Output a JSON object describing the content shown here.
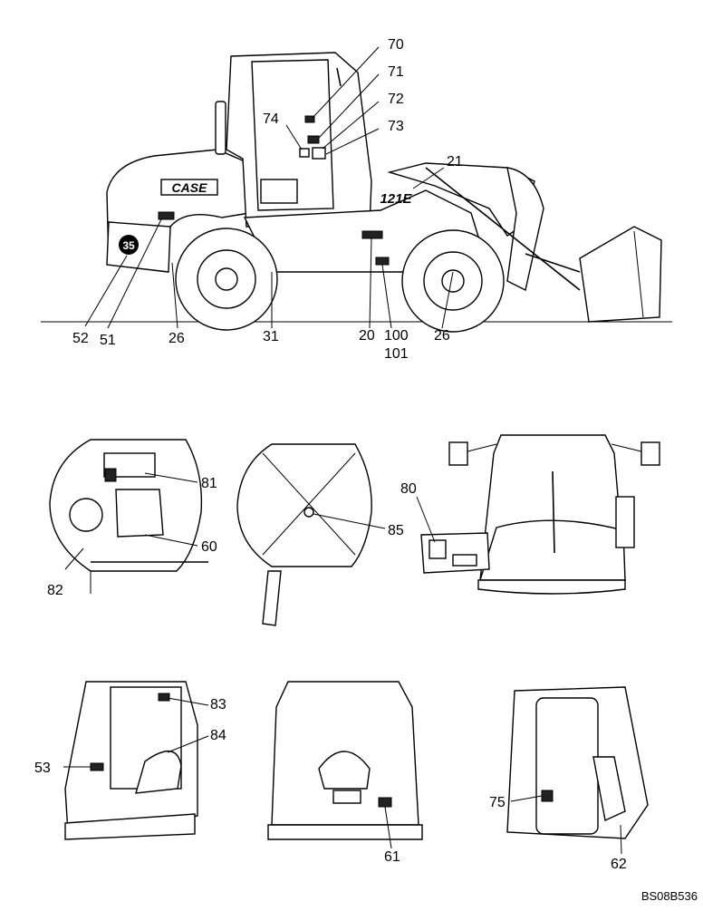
{
  "drawing_code": "BS08B536",
  "brand_mark": "CASE",
  "model_mark": "121E",
  "decal_number": "35",
  "callouts": {
    "c20": "20",
    "c21": "21",
    "c26a": "26",
    "c26b": "26",
    "c31": "31",
    "c51": "51",
    "c52": "52",
    "c53": "53",
    "c60": "60",
    "c61": "61",
    "c62": "62",
    "c70": "70",
    "c71": "71",
    "c72": "72",
    "c73": "73",
    "c74": "74",
    "c75": "75",
    "c80": "80",
    "c81": "81",
    "c82": "82",
    "c83": "83",
    "c84": "84",
    "c85": "85",
    "c100": "100",
    "c101": "101"
  }
}
